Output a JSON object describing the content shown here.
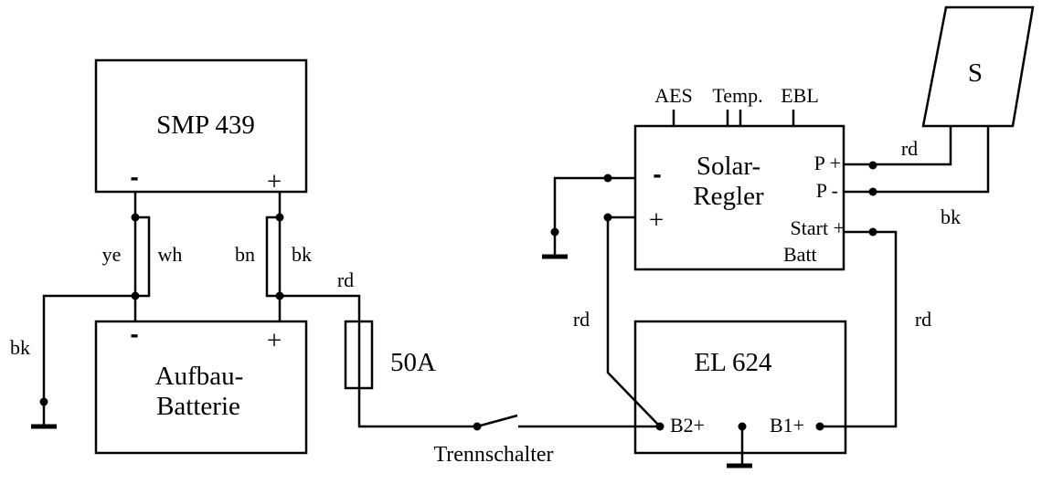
{
  "components": {
    "smp": {
      "title": "SMP 439",
      "minus": "-",
      "plus": "+"
    },
    "battery": {
      "title_line1": "Aufbau-",
      "title_line2": "Batterie",
      "minus": "-",
      "plus": "+"
    },
    "fuse": {
      "label": "50A"
    },
    "switch": {
      "label": "Trennschalter"
    },
    "el624": {
      "title": "EL 624",
      "b2": "B2+",
      "b1": "B1+"
    },
    "solar_regler": {
      "title_line1": "Solar-",
      "title_line2": "Regler",
      "minus": "-",
      "plus": "+",
      "p_plus": "P +",
      "p_minus": "P -",
      "start_plus": "Start +",
      "batt": "Batt",
      "pin_aes": "AES",
      "pin_temp": "Temp.",
      "pin_ebl": "EBL"
    },
    "solar_panel": {
      "label": "S"
    }
  },
  "wire_labels": {
    "ye": "ye",
    "wh": "wh",
    "bn": "bn",
    "bk_smp": "bk",
    "bk_ground": "bk",
    "rd_fuse": "rd",
    "rd_el_b2": "rd",
    "rd_el_b1": "rd",
    "rd_panel": "rd",
    "bk_panel": "bk"
  }
}
